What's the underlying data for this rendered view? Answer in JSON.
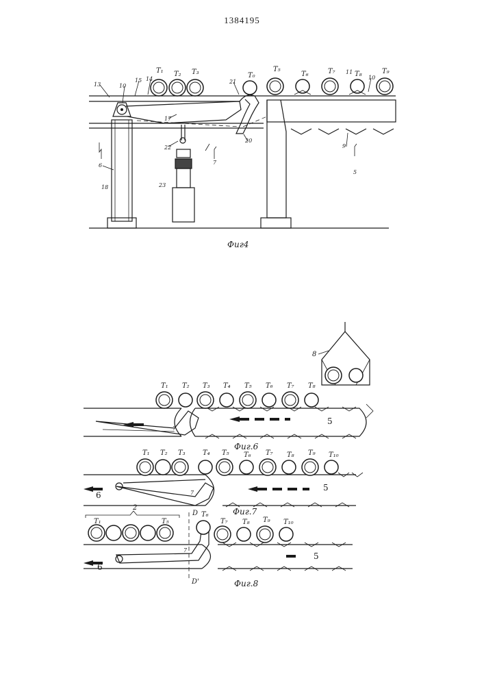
{
  "document": {
    "number": "1384195"
  },
  "fig4": {
    "caption": "Фиг4",
    "pipes": [
      "T₁",
      "T₂",
      "T₃",
      "T₅",
      "T₆",
      "T₇",
      "T₈",
      "T₉"
    ],
    "pipe_on_lever": "T₀",
    "callouts": [
      "13",
      "10",
      "15",
      "14",
      "21",
      "11",
      "10",
      "17",
      "22",
      "7",
      "20",
      "9",
      "5",
      "6",
      "18",
      "23"
    ]
  },
  "fig5": {
    "callout": "8"
  },
  "fig6": {
    "caption": "Фиг.6",
    "pipes": [
      "T₁",
      "T₂",
      "T₃",
      "T₄",
      "T₅",
      "T₆",
      "T₇",
      "T₈"
    ],
    "callouts": [
      "7",
      "5"
    ]
  },
  "fig7": {
    "caption": "Фиг.7",
    "pipes": [
      "T₁",
      "T₂",
      "T₃",
      "T₄",
      "T₅",
      "T₆",
      "T₇",
      "T₈",
      "T₉",
      "T₁₀"
    ],
    "callouts": [
      "6",
      "7",
      "5"
    ]
  },
  "fig8": {
    "caption": "Фиг.8",
    "pipes_left": [
      "T₁",
      "T₅"
    ],
    "pipes_right": [
      "T₆",
      "T₇",
      "T₈",
      "T₉",
      "T₁₀"
    ],
    "group_label": "2",
    "section_top": "D",
    "section_bottom": "D'",
    "callouts": [
      "6",
      "7",
      "5"
    ]
  }
}
